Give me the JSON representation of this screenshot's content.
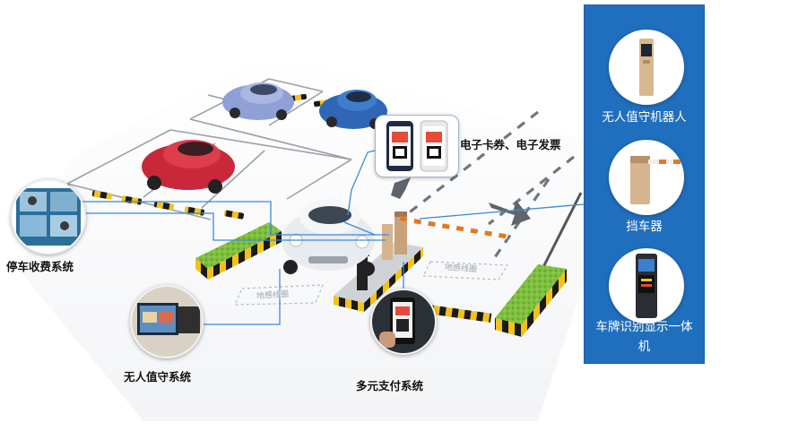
{
  "labels": {
    "e_voucher": "电子卡券、电子发票",
    "parking_fee_system": "停车收费系统",
    "unattended_system": "无人值守系统",
    "payment_system": "多元支付系统"
  },
  "road_markings": {
    "left": "地感线圈",
    "right": "地感线圈"
  },
  "panel": {
    "items": [
      {
        "label": "无人值守机器人",
        "icon": "robot-kiosk-icon"
      },
      {
        "label": "挡车器",
        "icon": "barrier-gate-icon"
      },
      {
        "label": "车牌识别显示一体机",
        "icon": "plate-recognition-display-icon"
      }
    ]
  },
  "colors": {
    "panel_blue": "#1f6fbe",
    "connector_blue": "#3a8ad6",
    "car_red": "#c8283a",
    "car_blue": "#2f67b5",
    "car_lavender": "#8ea0d6",
    "car_white": "#e8ebef",
    "curb_yellow": "#f2c21a",
    "grass_green": "#7fbf3f",
    "barrier_orange": "#e07a22"
  }
}
